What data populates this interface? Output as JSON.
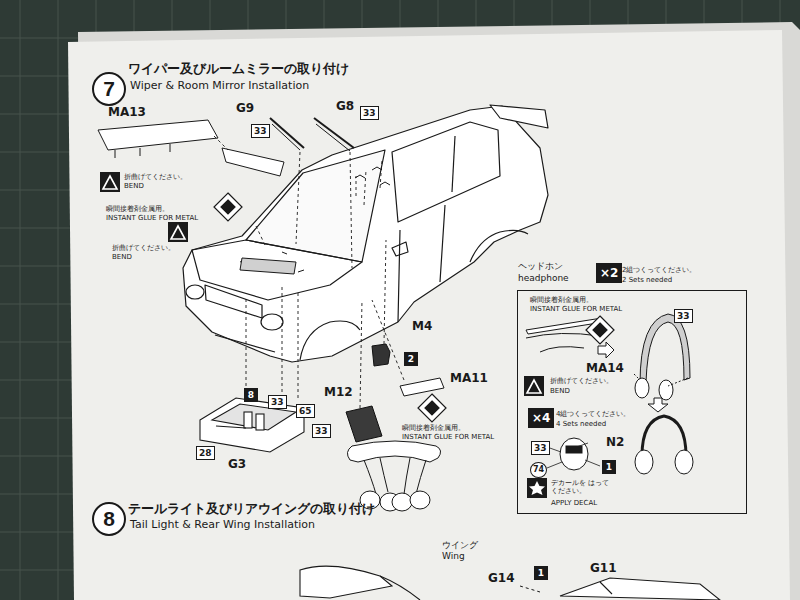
{
  "diagram": {
    "nodes": [
      {
        "text": [
          "7"
        ]
      },
      {
        "text": [
          "33"
        ]
      },
      {
        "text": [
          "33"
        ]
      },
      {
        "text": [
          "2"
        ]
      },
      {
        "text": [
          "8"
        ]
      },
      {
        "text": [
          "33"
        ]
      },
      {
        "text": [
          "65"
        ]
      },
      {
        "text": [
          "33"
        ]
      },
      {
        "text": [
          "28"
        ]
      },
      {
        "text": [
          "ヘッドホン",
          "headphone"
        ]
      },
      {
        "text": [
          "×2"
        ]
      },
      {
        "text": [
          "33"
        ],
        "in": 9
      },
      {
        "text": [
          "×4"
        ],
        "in": 9
      },
      {
        "text": [
          "33"
        ],
        "in": 9
      },
      {
        "text": [
          "74"
        ],
        "in": 9
      },
      {
        "text": [
          "1"
        ],
        "in": 9
      },
      {
        "text": [
          "8"
        ]
      },
      {
        "text": [
          "1"
        ]
      }
    ],
    "labels": [
      "ワイパー及びルームミラーの取り付け",
      "Wiper & Room Mirror Installation",
      "MA13",
      "G9",
      "G8",
      "折曲げてください。",
      "BEND",
      "瞬間接着剤金属用。",
      "INSTANT GLUE FOR METAL",
      "折曲げてください。",
      "BEND",
      "M4",
      "MA11",
      "M12",
      "瞬間接着剤金属用。",
      "INSTANT GLUE FOR METAL",
      "G3",
      "2組つくってください。",
      "2 Sets needed",
      "瞬間接着剤金属用。",
      "INSTANT GLUE FOR METAL",
      "MA14",
      "折曲げてください。",
      "BEND",
      "4組つくってください。",
      "4 Sets needed",
      "N2",
      "デカールを はってください。",
      "APPLY DECAL",
      "テールライト及びリアウイングの取り付け",
      "Tail Light & Rear Wing Installation",
      "ウイング",
      "Wing",
      "G14",
      "G11"
    ]
  }
}
